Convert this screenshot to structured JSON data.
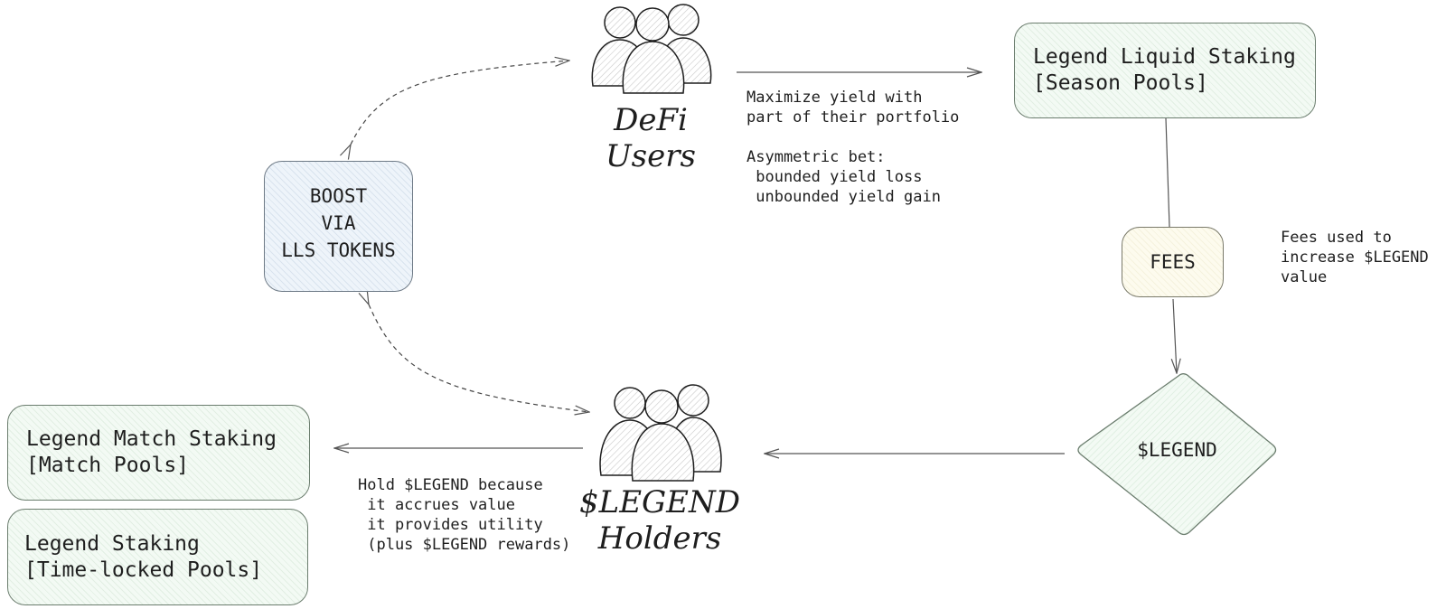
{
  "nodes": {
    "defi_users": {
      "line1": "DeFi",
      "line2": "Users"
    },
    "legend_holders": {
      "line1": "$LEGEND",
      "line2": "Holders"
    },
    "liquid_staking": {
      "line1": "Legend Liquid Staking",
      "line2": "[Season Pools]"
    },
    "boost": {
      "line1": "BOOST",
      "line2": "VIA",
      "line3": "LLS TOKENS"
    },
    "fees": {
      "label": "FEES"
    },
    "legend_token": {
      "label": "$LEGEND"
    },
    "match_staking": {
      "line1": "Legend Match Staking",
      "line2": "[Match Pools]"
    },
    "time_staking": {
      "line1": "Legend Staking",
      "line2": "[Time-locked Pools]"
    }
  },
  "annotations": {
    "defi_users_note": [
      "Maximize yield with",
      "part of their portfolio",
      "",
      "Asymmetric bet:",
      " bounded yield loss",
      " unbounded yield gain"
    ],
    "fees_note": [
      "Fees used to",
      "increase $LEGEND",
      "value"
    ],
    "holders_note": [
      "Hold $LEGEND because",
      " it accrues value",
      " it provides utility",
      " (plus $LEGEND rewards)"
    ]
  },
  "icons": {
    "users_group": "users-group-icon",
    "holders_group": "users-group-icon"
  },
  "colors": {
    "stroke": "#1e1e1e",
    "green_fill": "#f3faf4",
    "blue_fill": "#eef4fa",
    "cream_fill": "#fdfbee"
  }
}
